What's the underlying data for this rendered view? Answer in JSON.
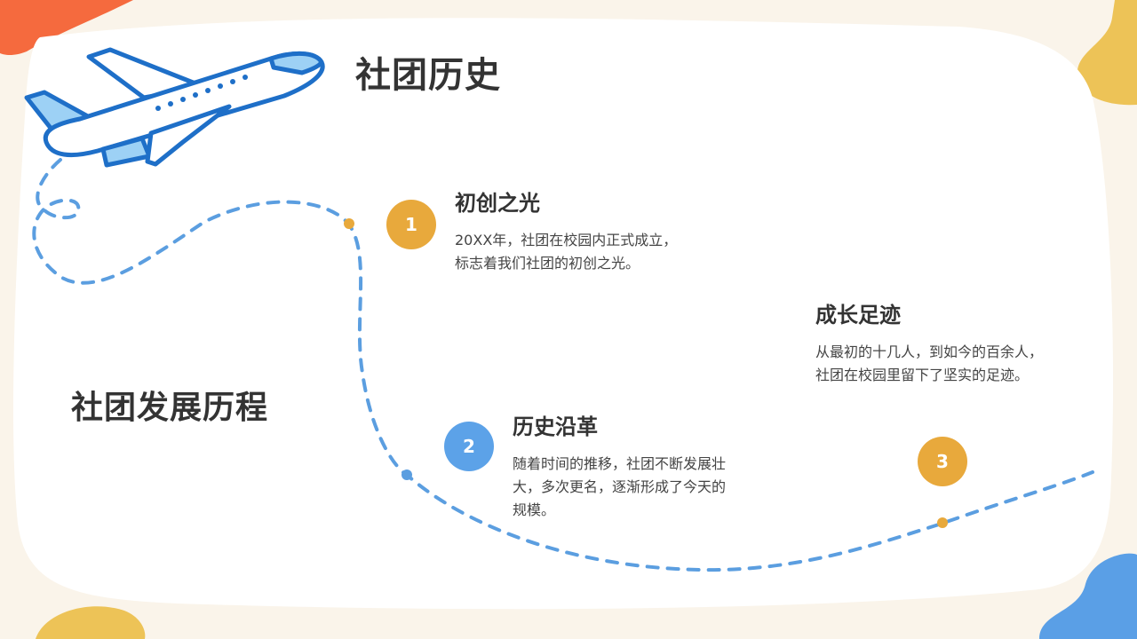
{
  "page": {
    "title": "社团历史",
    "subtitle": "社团发展历程"
  },
  "steps": [
    {
      "number": "1",
      "title": "初创之光",
      "desc": "20XX年，社团在校园内正式成立，\n标志着我们社团的初创之光。",
      "color": "#e8a93c"
    },
    {
      "number": "2",
      "title": "历史沿革",
      "desc": "随着时间的推移，社团不断发展壮\n大，多次更名，逐渐形成了今天的\n规模。",
      "color": "#5ca2e8"
    },
    {
      "number": "3",
      "title": "成长足迹",
      "desc": "从最初的十几人，到如今的百余人，\n社团在校园里留下了坚实的足迹。",
      "color": "#e8a93c"
    }
  ],
  "decor": {
    "path_color": "#5b9ee0",
    "accent_orange": "#f56a3e",
    "accent_yellow": "#edc357",
    "accent_blue": "#5a9fe6",
    "plane_icon": "airplane-icon"
  }
}
